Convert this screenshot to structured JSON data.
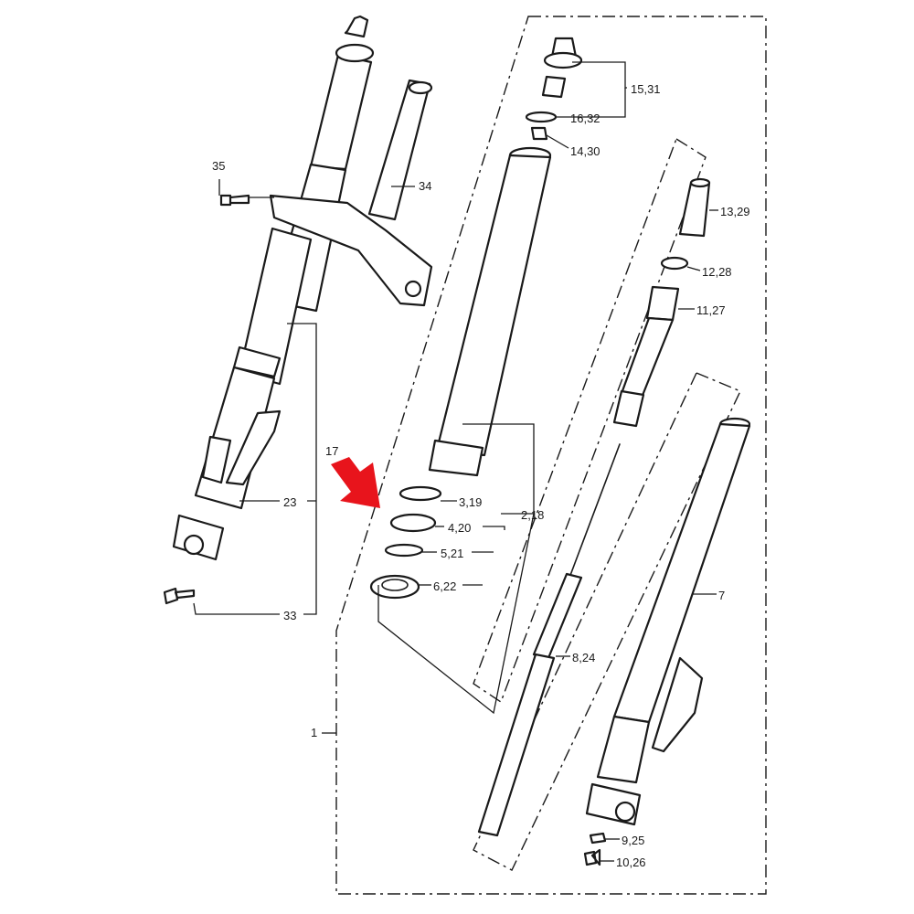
{
  "callouts": {
    "c1": "1",
    "c2_18": "2,18",
    "c3_19": "3,19",
    "c4_20": "4,20",
    "c5_21": "5,21",
    "c6_22": "6,22",
    "c7": "7",
    "c8_24": "8,24",
    "c9_25": "9,25",
    "c10_26": "10,26",
    "c11_27": "11,27",
    "c12_28": "12,28",
    "c13_29": "13,29",
    "c14_30": "14,30",
    "c15_31": "15,31",
    "c16_32": "16,32",
    "c17": "17",
    "c23": "23",
    "c33": "33",
    "c34": "34",
    "c35": "35"
  },
  "colors": {
    "line": "#1a1a1a",
    "highlight_arrow": "#e8141c"
  }
}
